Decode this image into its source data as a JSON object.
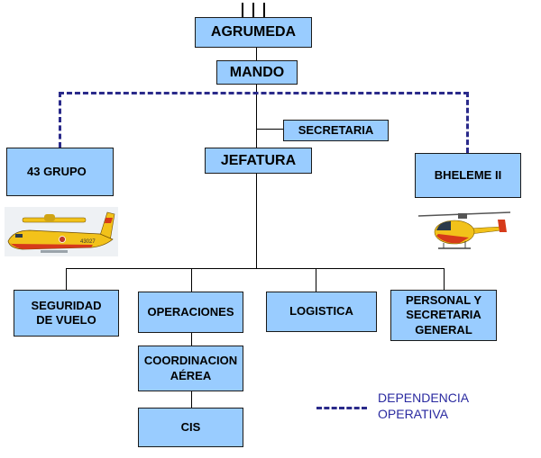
{
  "nodes": {
    "agrumeda": "AGRUMEDA",
    "mando": "MANDO",
    "secretaria": "SECRETARIA",
    "jefatura": "JEFATURA",
    "grupo43": "43 GRUPO",
    "bheleme": "BHELEME II",
    "seguridad": "SEGURIDAD\nDE VUELO",
    "operaciones": "OPERACIONES",
    "logistica": "LOGISTICA",
    "personal": "PERSONAL Y\nSECRETARIA\nGENERAL",
    "coordinacion": "COORDINACION\nAÉREA",
    "cis": "CIS"
  },
  "legend": {
    "label": "DEPENDENCIA\nOPERATIVA"
  },
  "aircraft": {
    "plane_code": "43027"
  },
  "colors": {
    "box_fill": "#99ccff",
    "dashed_line": "#2a2a8a",
    "plane_yellow": "#f2c21a",
    "plane_red": "#d63a1a"
  }
}
